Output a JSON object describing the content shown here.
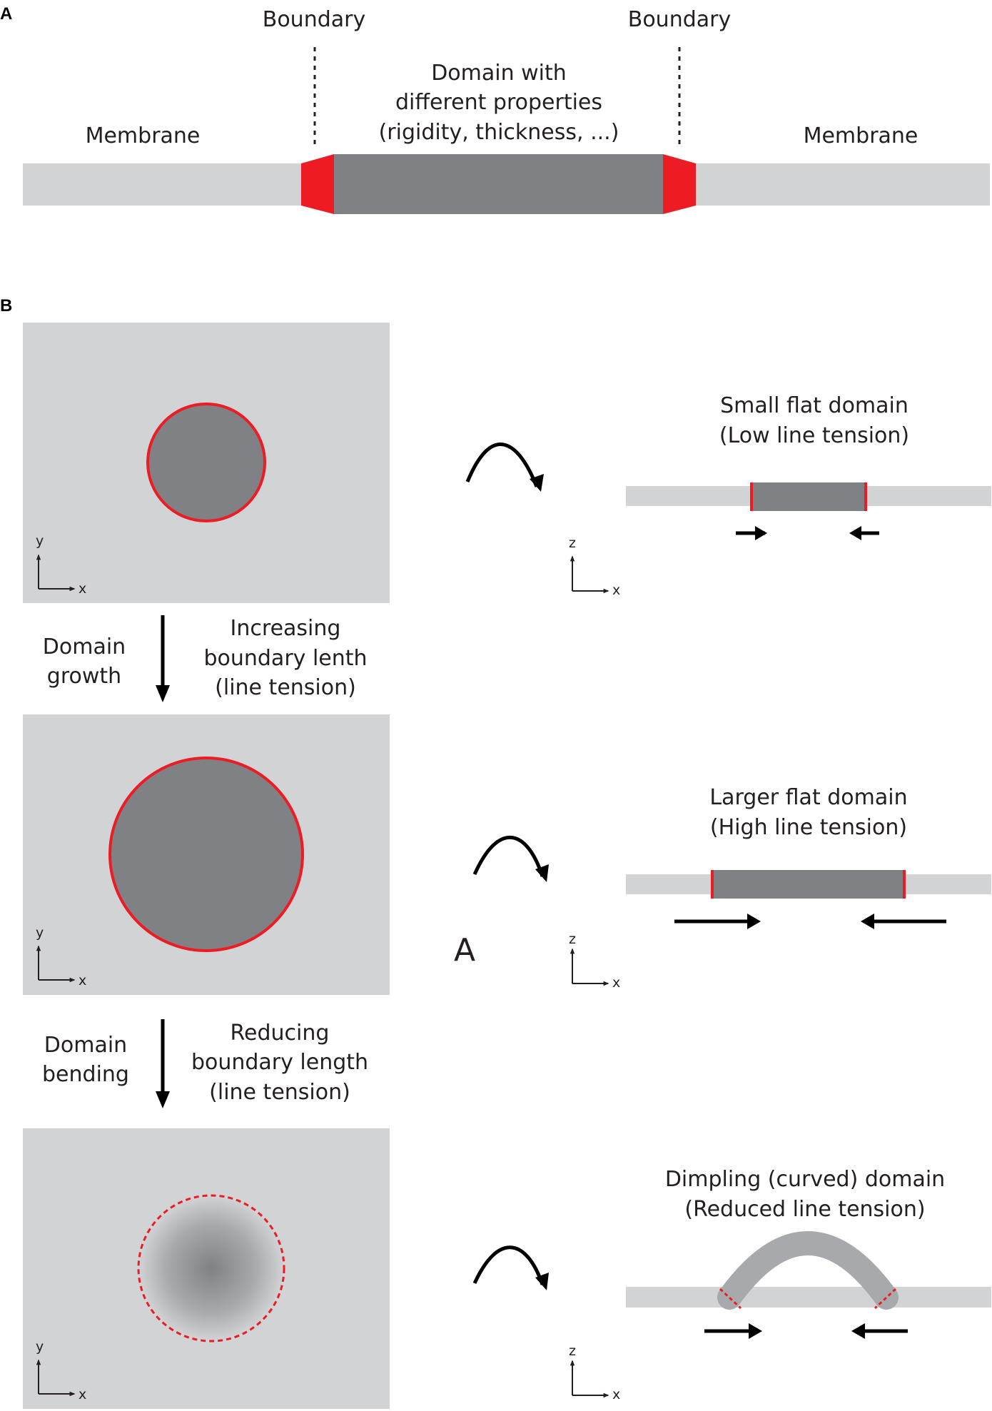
{
  "panel_a": {
    "label": "A",
    "boundary_left": "Boundary",
    "boundary_right": "Boundary",
    "membrane_left": "Membrane",
    "membrane_right": "Membrane",
    "domain_line1": "Domain with",
    "domain_line2": "different properties",
    "domain_line3": "(rigidity, thickness, ...)"
  },
  "panel_b": {
    "label": "B",
    "growth": {
      "line1": "Domain",
      "line2": "growth"
    },
    "increasing": {
      "line1": "Increasing",
      "line2": "boundary lenth",
      "line3": "(line tension)"
    },
    "bending": {
      "line1": "Domain",
      "line2": "bending"
    },
    "reducing": {
      "line1": "Reducing",
      "line2": "boundary length",
      "line3": "(line tension)"
    },
    "small": {
      "line1": "Small flat domain",
      "line2": "(Low line tension)"
    },
    "larger": {
      "line1": "Larger flat domain",
      "line2": "(High line tension)"
    },
    "dimpling": {
      "line1": "Dimpling (curved) domain",
      "line2": "(Reduced line tension)"
    },
    "stray_letter": "A"
  },
  "axes": {
    "x": "x",
    "y": "y",
    "z": "z"
  },
  "colors": {
    "membrane": "#d1d3d4",
    "domain": "#808184",
    "boundary": "#ed1c24",
    "ink": "#231f20"
  }
}
